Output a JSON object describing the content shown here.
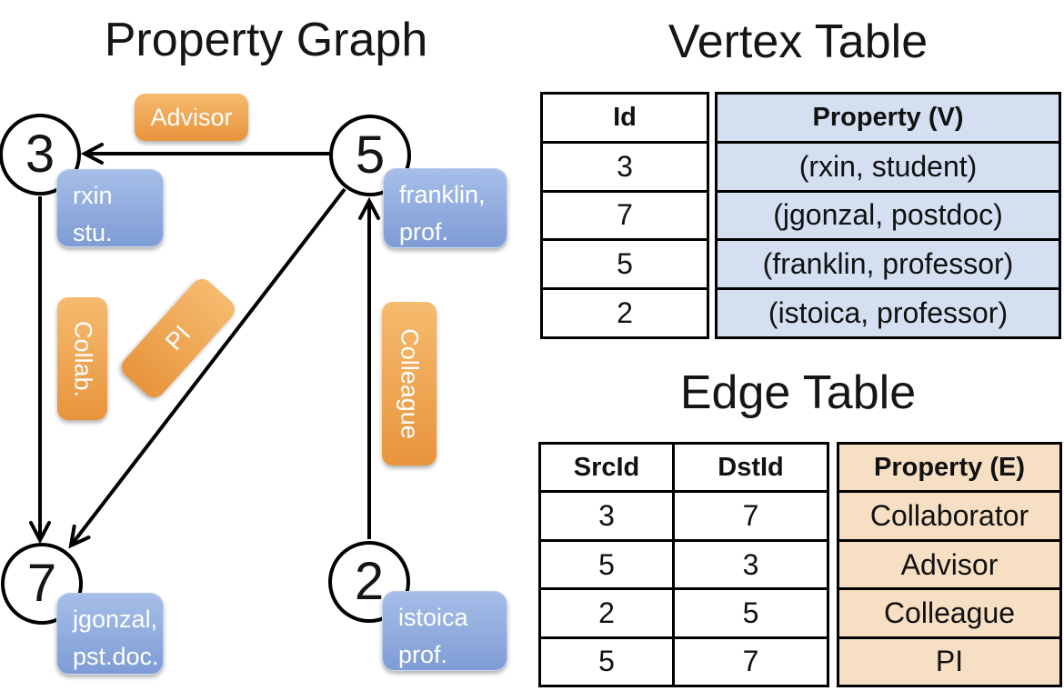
{
  "panel_graph": {
    "title": "Property Graph",
    "nodes": [
      {
        "id": "3",
        "line1": "rxin",
        "line2": "stu."
      },
      {
        "id": "5",
        "line1": "franklin,",
        "line2": "prof."
      },
      {
        "id": "7",
        "line1": "jgonzal,",
        "line2": "pst.doc."
      },
      {
        "id": "2",
        "line1": "istoica",
        "line2": "prof."
      }
    ],
    "edge_labels": {
      "advisor": "Advisor",
      "collab": "Collab.",
      "pi": "PI",
      "colleague": "Colleague"
    }
  },
  "vertex_table": {
    "title": "Vertex Table",
    "columns": {
      "id": "Id",
      "property": "Property (V)"
    },
    "rows": [
      {
        "id": "3",
        "property": "(rxin, student)"
      },
      {
        "id": "7",
        "property": "(jgonzal, postdoc)"
      },
      {
        "id": "5",
        "property": "(franklin, professor)"
      },
      {
        "id": "2",
        "property": "(istoica, professor)"
      }
    ]
  },
  "edge_table": {
    "title": "Edge Table",
    "columns": {
      "src": "SrcId",
      "dst": "DstId",
      "property": "Property (E)"
    },
    "rows": [
      {
        "src": "3",
        "dst": "7",
        "property": "Collaborator"
      },
      {
        "src": "5",
        "dst": "3",
        "property": "Advisor"
      },
      {
        "src": "2",
        "dst": "5",
        "property": "Colleague"
      },
      {
        "src": "5",
        "dst": "7",
        "property": "PI"
      }
    ]
  },
  "colors": {
    "edge_label_orange_top": "#F5BB6F",
    "edge_label_orange_bottom": "#E8943C",
    "vertex_label_blue_top": "#A6BEE8",
    "vertex_label_blue_bottom": "#7E9CD5",
    "vertex_property_cell": "#D4E0F1",
    "edge_property_cell": "#F6DFC3",
    "line_black": "#000000"
  }
}
